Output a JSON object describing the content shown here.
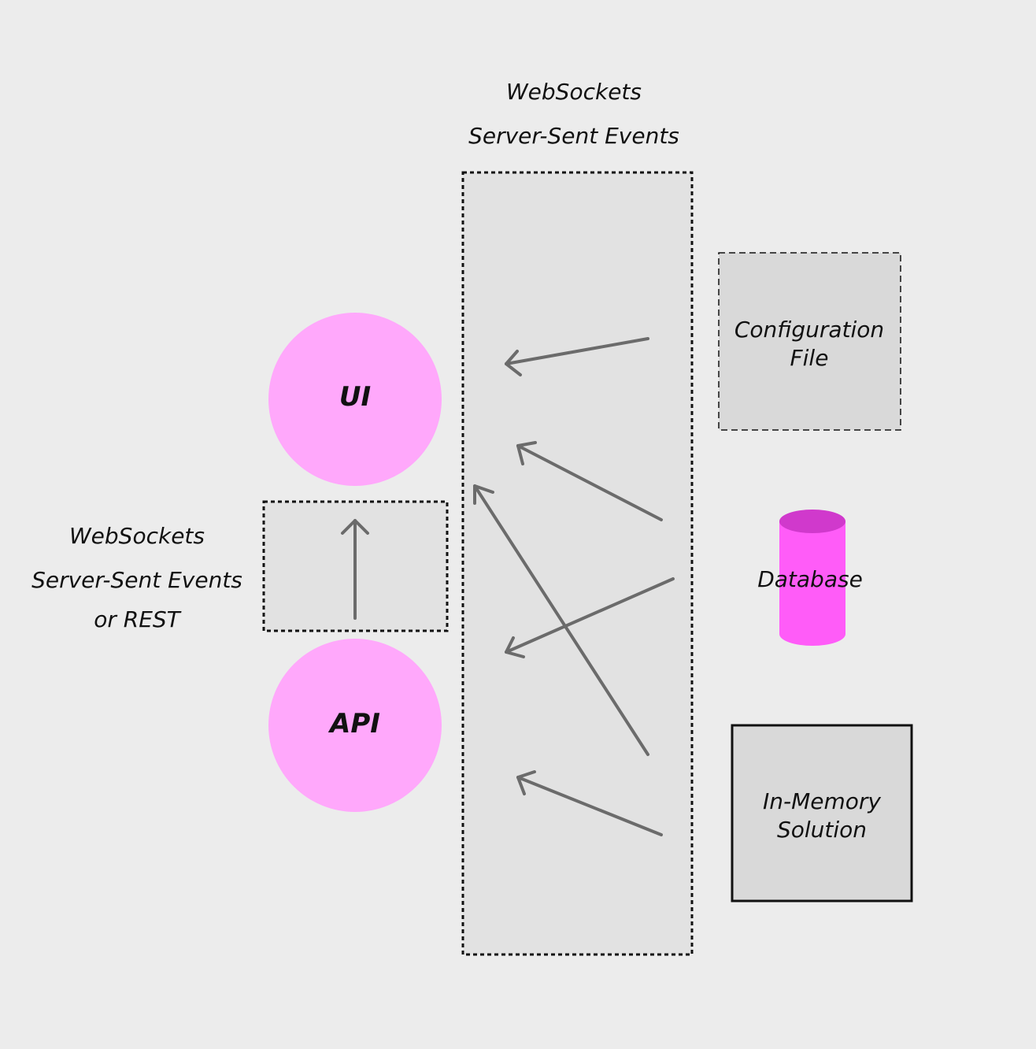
{
  "top_protocols": {
    "line1": "WebSockets",
    "line2": "Server-Sent Events"
  },
  "left_protocols": {
    "line1": "WebSockets",
    "line2": "Server-Sent Events",
    "line3": "or REST"
  },
  "nodes": {
    "ui": "UI",
    "api": "API"
  },
  "sources": {
    "config_line1": "Configuration",
    "config_line2": "File",
    "database": "Database",
    "memory_line1": "In-Memory",
    "memory_line2": "Solution"
  },
  "colors": {
    "background": "#ececec",
    "node_fill": "#ffa8fb",
    "cylinder_body": "#ff5cf8",
    "cylinder_top": "#d039cc",
    "arrow": "#6b6b6b",
    "panel_fill": "#e2e2e2",
    "box_fill": "#d9d9d9"
  }
}
